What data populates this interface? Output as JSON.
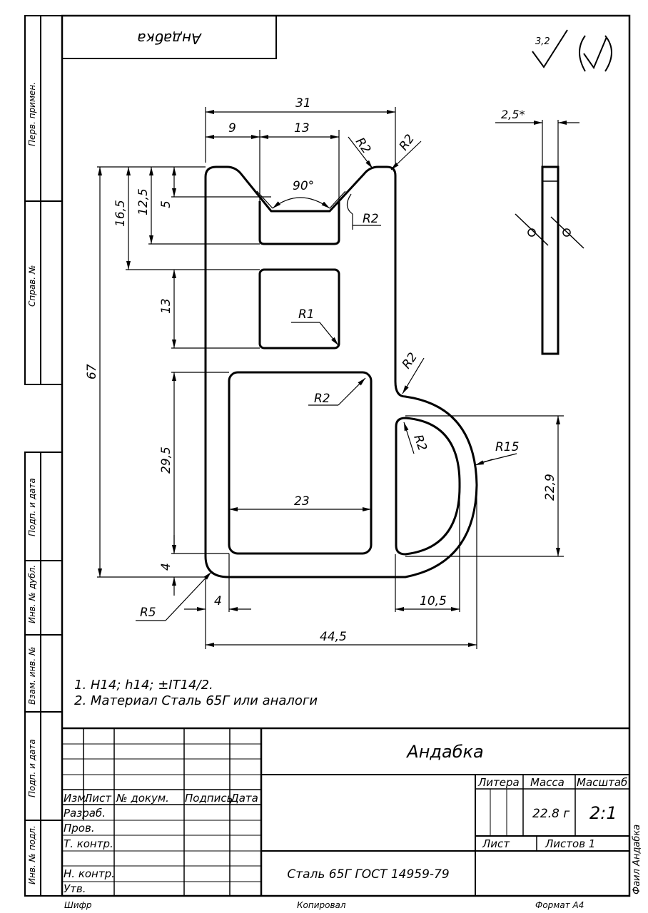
{
  "stamp_top": "Андабка",
  "roughness": {
    "value": "3,2"
  },
  "side_strip": {
    "perv_primen": "Перв. примен.",
    "sprav_no": "Справ. №",
    "podp_data_1": "Подп. и дата",
    "inv_dubl": "Инв. № дубл.",
    "vzam_inv": "Взам. инв. №",
    "podp_data_2": "Подп. и дата",
    "inv_podl": "Инв. № подл."
  },
  "dimensions": {
    "d31": "31",
    "d9": "9",
    "d13_top": "13",
    "r2_a": "R2",
    "r2_b": "R2",
    "r2_c": "R2",
    "r2_d": "R2",
    "r2_e": "R2",
    "r2_f": "R2",
    "angle90": "90°",
    "d5": "5",
    "d12_5": "12,5",
    "d16_5": "16,5",
    "d13_left": "13",
    "r1": "R1",
    "d67": "67",
    "d29_5": "29,5",
    "d23": "23",
    "r15": "R15",
    "d22_9": "22,9",
    "d4_v": "4",
    "r5": "R5",
    "d4_h": "4",
    "d10_5": "10,5",
    "d44_5": "44,5",
    "thickness": "2,5*"
  },
  "notes": [
    "1.  H14;  h14;  ±IT14/2.",
    "2.  Материал Сталь 65Г или аналоги"
  ],
  "title_block": {
    "name": "Андабка",
    "material": "Сталь 65Г ГОСТ 14959-79",
    "col_izm": "Изм.",
    "col_list": "Лист",
    "col_doc": "№ докум.",
    "col_sign": "Подпись",
    "col_date": "Дата",
    "row_razrab": "Разраб.",
    "row_prov": "Пров.",
    "row_tkontr": "Т. контр.",
    "row_nkontr": "Н. контр.",
    "row_utv": "Утв.",
    "litera": "Литера",
    "massa": "Масса",
    "masshtab": "Масштаб",
    "massa_value": "22.8 г",
    "scale_value": "2:1",
    "list": "Лист",
    "listov": "Листов 1",
    "file": "Фаил Андабка"
  },
  "footer": {
    "shifr": "Шифр",
    "kopiroval": "Копировал",
    "format": "Формат А4"
  }
}
